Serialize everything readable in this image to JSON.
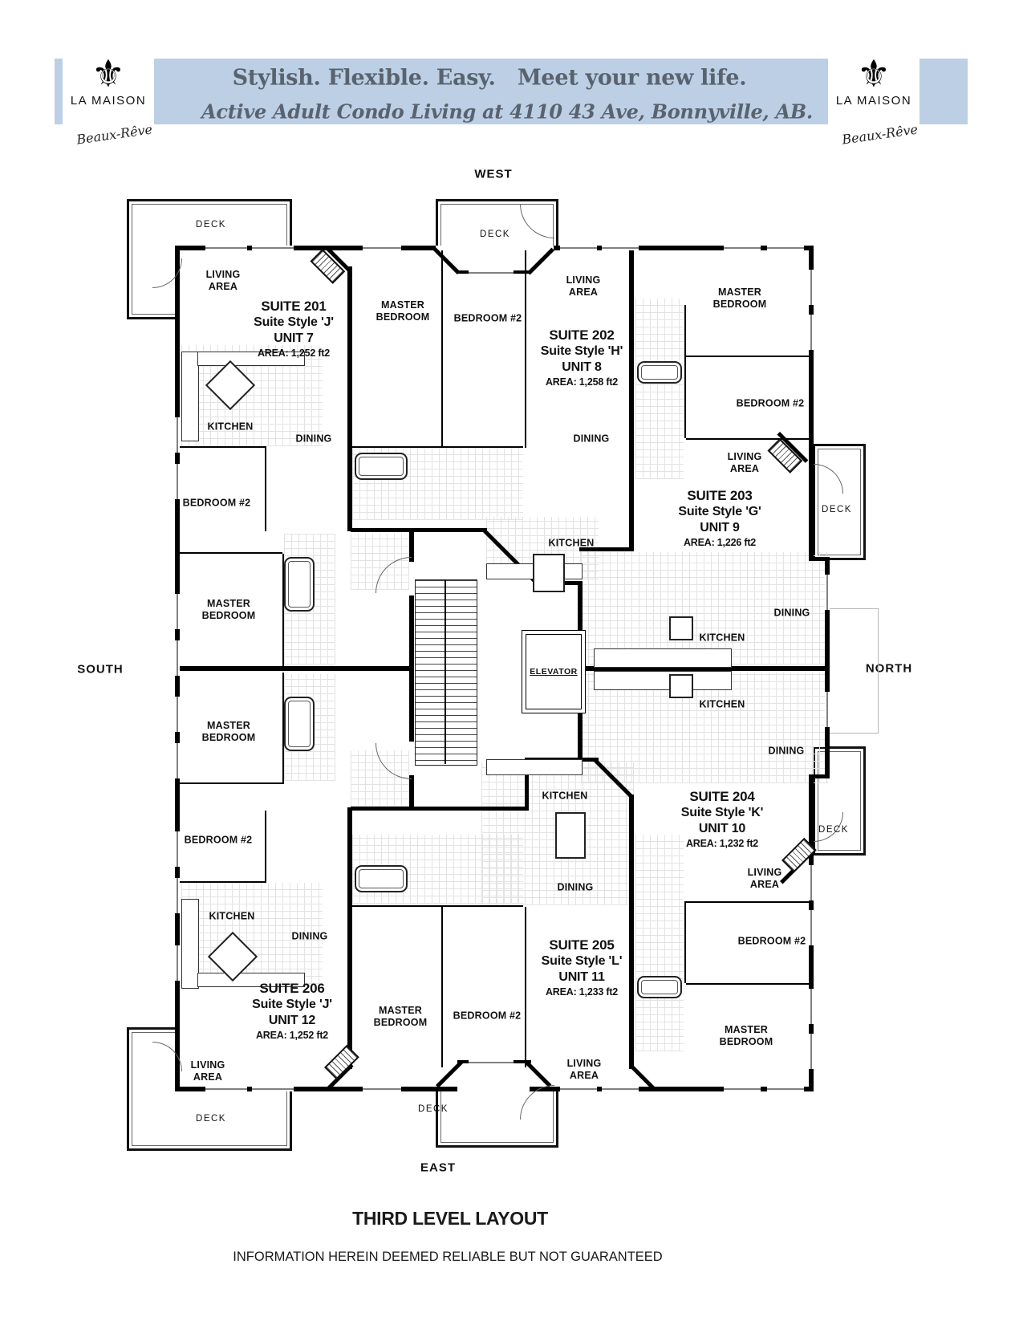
{
  "header": {
    "tagline": "Stylish. Flexible. Easy.   Meet your new life.",
    "subtitle": "Active Adult Condo Living at 4110 43 Ave, Bonnyville, AB.",
    "logo_name": "LA MAISON",
    "logo_script": "Beaux-Rêve",
    "fleur_icon": "⚜"
  },
  "compass": {
    "west": "WEST",
    "south": "SOUTH",
    "north": "NORTH",
    "east": "EAST"
  },
  "room_labels": {
    "living_area": "LIVING AREA",
    "master_bedroom": "MASTER BEDROOM",
    "bedroom2": "BEDROOM #2",
    "kitchen": "KITCHEN",
    "dining": "DINING",
    "deck": "DECK",
    "elevator": "ELEVATOR"
  },
  "suites": [
    {
      "name": "SUITE 201",
      "style": "Suite Style 'J'",
      "unit": "UNIT 7",
      "area": "AREA: 1,252 ft2"
    },
    {
      "name": "SUITE 202",
      "style": "Suite Style 'H'",
      "unit": "UNIT 8",
      "area": "AREA: 1,258 ft2"
    },
    {
      "name": "SUITE 203",
      "style": "Suite Style 'G'",
      "unit": "UNIT 9",
      "area": "AREA: 1,226 ft2"
    },
    {
      "name": "SUITE 204",
      "style": "Suite Style 'K'",
      "unit": "UNIT 10",
      "area": "AREA: 1,232 ft2"
    },
    {
      "name": "SUITE 205",
      "style": "Suite Style 'L'",
      "unit": "UNIT 11",
      "area": "AREA: 1,233 ft2"
    },
    {
      "name": "SUITE 206",
      "style": "Suite Style 'J'",
      "unit": "UNIT 12",
      "area": "AREA: 1,252 ft2"
    }
  ],
  "footer": {
    "title": "THIRD LEVEL LAYOUT",
    "disclaimer": "INFORMATION HEREIN DEEMED RELIABLE BUT NOT GUARANTEED"
  },
  "colors": {
    "banner_bg": "#bccfe5",
    "banner_text": "#59636f",
    "plan_line": "#000000",
    "roof_outline": "#b5b5b5"
  }
}
